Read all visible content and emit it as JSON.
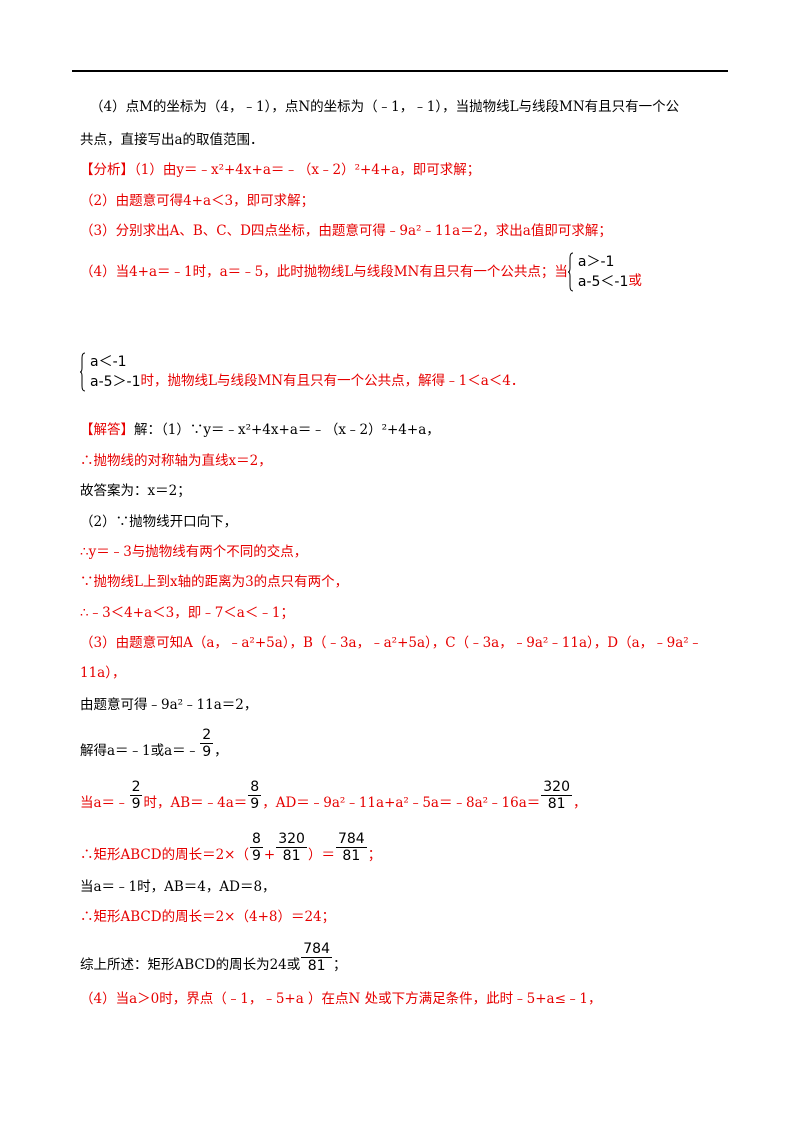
{
  "page": {
    "q4_line1": "（4）点M的坐标为（4，﹣1），点N的坐标为（﹣1，﹣1），当抛物线L与线段MN有且只有一个公",
    "q4_line2": "共点，直接写出a的取值范围．",
    "analysis_tag": "【分析】",
    "analysis_1": "（1）由y＝﹣x²+4x+a＝﹣（x﹣2）²+4+a，即可求解；",
    "analysis_2": "（2）由题意可得4+a＜3，即可求解；",
    "analysis_3": "（3）分别求出A、B、C、D四点坐标，由题意可得﹣9a²﹣11a＝2，求出a值即可求解；",
    "analysis_4a": "（4）当4+a＝﹣1时，a＝﹣5，此时抛物线L与线段MN有且只有一个公共点；当",
    "sys1_row1": "a＞-1",
    "sys1_row2": "a-5＜-1",
    "analysis_4b": "或",
    "sys2_row1": "a＜-1",
    "sys2_row2": "a-5＞-1",
    "analysis_4c": "时，抛物线L与线段MN有且只有一个公共点，解得﹣1＜a＜4．",
    "answer_tag": "【解答】",
    "answer_1": "解：（1）∵y＝﹣x²+4x+a＝﹣（x﹣2）²+4+a，",
    "answer_2": "∴抛物线的对称轴为直线x＝2，",
    "answer_3": "故答案为：x＝2；",
    "answer_4": "（2）∵抛物线开口向下，",
    "answer_5": "∴y＝﹣3与抛物线有两个不同的交点，",
    "answer_6": "∵抛物线L上到x轴的距离为3的点只有两个，",
    "answer_7": "∴﹣3＜4+a＜3，即﹣7＜a＜﹣1；",
    "answer_8": "（3）由题意可知A（a，﹣a²+5a），B（﹣3a，﹣a²+5a），C（﹣3a，﹣9a²﹣11a），D（a，﹣9a²﹣",
    "answer_9": "11a），",
    "answer_10": "由题意可得﹣9a²﹣11a＝2，",
    "answer_11a": "解得a＝﹣1或a＝﹣",
    "answer_11b": "，",
    "frac_2": "2",
    "frac_9": "9",
    "frac_8": "8",
    "frac_320": "320",
    "frac_81": "81",
    "frac_784": "784",
    "answer_12a": "当a＝﹣",
    "answer_12b": "时，AB＝﹣4a＝",
    "answer_12c": "，AD＝﹣9a²﹣11a+a²﹣5a＝﹣8a²﹣16a＝",
    "answer_12d": "，",
    "answer_13a": "∴矩形ABCD的周长＝2×（",
    "answer_13b": "+",
    "answer_13c": "）＝",
    "answer_13d": "；",
    "answer_14": "当a＝﹣1时，AB＝4，AD＝8，",
    "answer_15": "∴矩形ABCD的周长＝2×（4+8）＝24；",
    "answer_16a": "综上所述：矩形ABCD的周长为24或",
    "answer_16b": "；",
    "answer_17": "（4）当a＞0时，界点（﹣1，﹣5+a ）在点N 处或下方满足条件，此时﹣5+a≤﹣1，"
  }
}
